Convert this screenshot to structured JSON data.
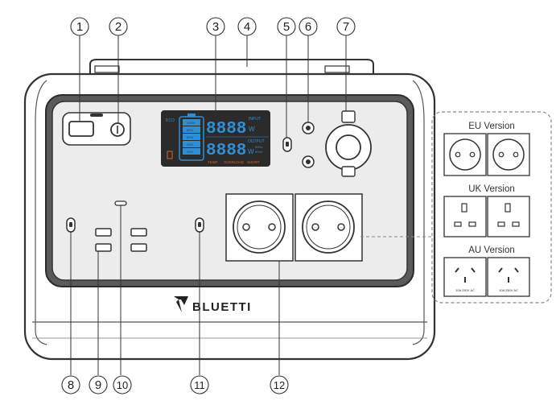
{
  "callouts": [
    "1",
    "2",
    "3",
    "4",
    "5",
    "6",
    "7",
    "8",
    "9",
    "10",
    "11",
    "12"
  ],
  "brand": "BLUETTI",
  "lcd": {
    "eco": "ECO",
    "digits_top": "8888",
    "digits_bottom": "8888",
    "input_label": "INPUT",
    "output_label": "OUTPUT",
    "unit_w": "W",
    "freq_50": "50Hz",
    "freq_60": "60Hz",
    "bottom_labels": [
      "TEMP",
      "OVERLOAD",
      "SHORT"
    ],
    "battery_levels": [
      "100%",
      "80%",
      "60%",
      "40%",
      "20%"
    ]
  },
  "versions": {
    "eu": "EU Version",
    "uk": "UK Version",
    "au": "AU Version",
    "au_rating": "10A 250V AC"
  },
  "colors": {
    "lcd_accent": "#2f8fd6",
    "lcd_warning": "#d9642a",
    "panel_dark": "#2b2b2b"
  }
}
